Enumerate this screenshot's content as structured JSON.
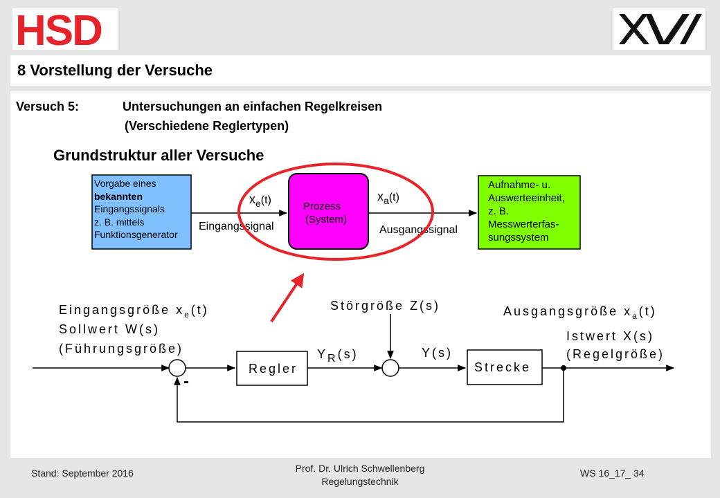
{
  "header": {
    "logo_left": "HSD",
    "logo_right_icon": "ixv-logo"
  },
  "slide": {
    "title": "8 Vorstellung der Versuche",
    "versuch_label": "Versuch 5:",
    "versuch_title": "Untersuchungen an einfachen Regelkreisen",
    "versuch_sub": "(Verschiedene Reglertypen)",
    "section_heading": "Grundstruktur aller Versuche"
  },
  "top_diagram": {
    "input_box": [
      "Vorgabe eines",
      "bekannten",
      "Eingangssignals",
      "z. B. mittels",
      "Funktionsgenerator"
    ],
    "xe_symbol": "x",
    "xe_sub": "e",
    "xe_arg": "(t)",
    "eingangssignal": "Eingangssignal",
    "process_line1": "Prozess",
    "process_line2": "(System)",
    "xa_symbol": "x",
    "xa_sub": "a",
    "xa_arg": "(t)",
    "ausgangssignal": "Ausgangssignal",
    "output_box": [
      "Aufnahme- u.",
      "Auswerteeinheit,",
      "z. B.",
      "Messwerterfas-",
      "sungssystem"
    ],
    "colors": {
      "input_box": "#80c0ff",
      "process_box": "#ff00ff",
      "output_box": "#7fff00",
      "highlight": "#e8232a"
    }
  },
  "bottom_diagram": {
    "eingang_label": "Eingangsgröße x",
    "eingang_sub": "e",
    "eingang_arg": "(t)",
    "sollwert": "Sollwert W(s)",
    "fuehrung": "(Führungsgröße)",
    "regler": "Regler",
    "yr_symbol": "Y",
    "yr_sub": "R",
    "yr_arg": "(s)",
    "stoer": "Störgröße Z(s)",
    "y_label": "Y(s)",
    "strecke": "Strecke",
    "ausgang_label": "Ausgangsgröße x",
    "ausgang_sub": "a",
    "ausgang_arg": "(t)",
    "istwert": "Istwert X(s)",
    "regelgroesse": "(Regelgröße)",
    "minus": "-"
  },
  "footer": {
    "stand": "Stand: September 2016",
    "author": "Prof. Dr. Ulrich Schwellenberg",
    "course": "Regelungstechnik",
    "page": "WS 16_17_ 34"
  }
}
